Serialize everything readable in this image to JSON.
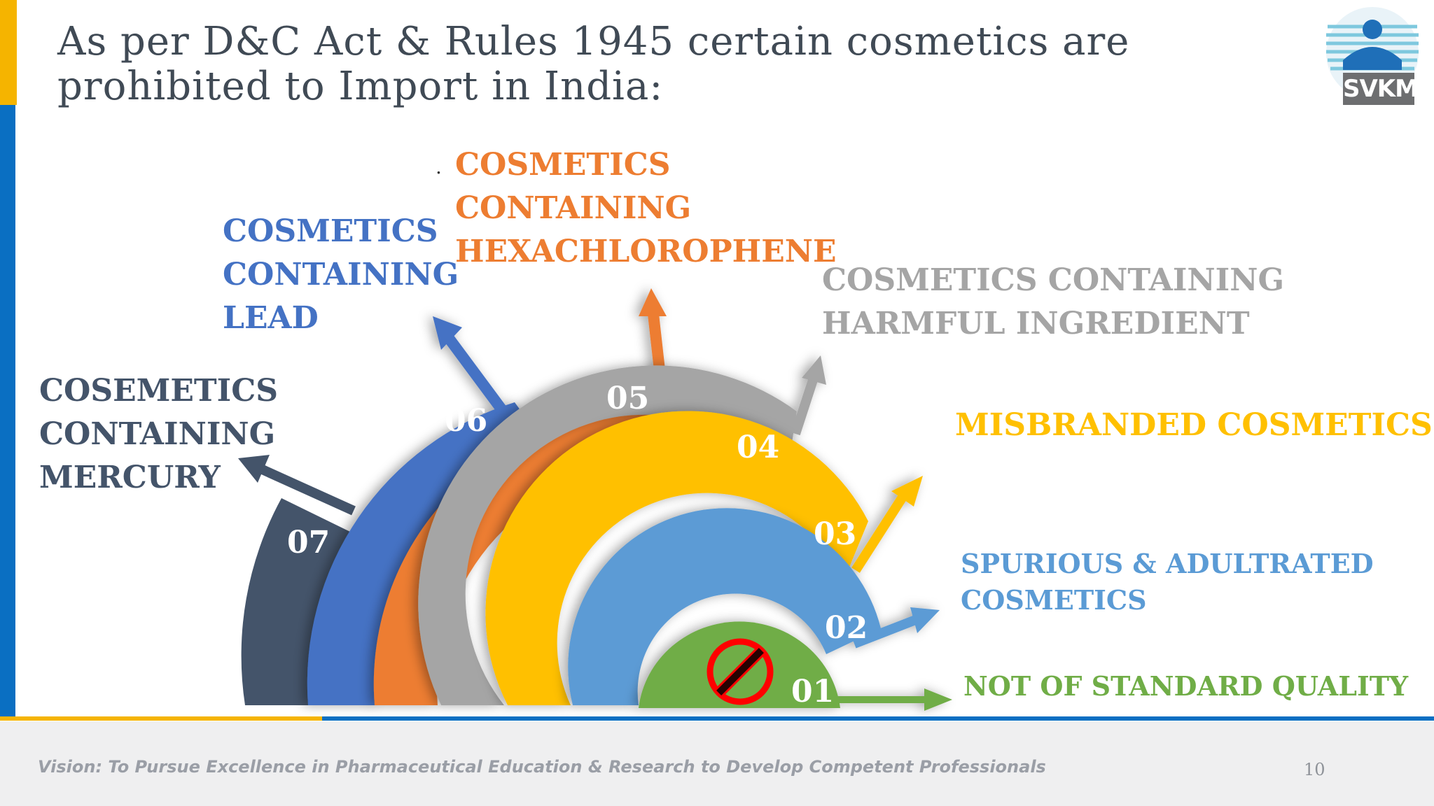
{
  "title": {
    "line1": "As per D&C Act & Rules 1945 certain cosmetics are",
    "line2": "prohibited to  Import in India:"
  },
  "logo": {
    "text": "SVKM",
    "icon": "svkm-reader-logo-icon"
  },
  "colors": {
    "c01": "#70ad47",
    "c02": "#5b9bd5",
    "c03": "#ffc000",
    "c04": "#a5a5a5",
    "c05": "#ed7d31",
    "c06": "#4472c4",
    "c07": "#44546a",
    "accent_blue": "#0a6fc2",
    "accent_yellow": "#f5b400"
  },
  "items": [
    {
      "num": "01",
      "lines": [
        "NOT OF STANDARD QUALITY"
      ]
    },
    {
      "num": "02",
      "lines": [
        "SPURIOUS & ADULTRATED",
        "COSMETICS"
      ]
    },
    {
      "num": "03",
      "lines": [
        "MISBRANDED COSMETICS"
      ]
    },
    {
      "num": "04",
      "lines": [
        "COSMETICS CONTAINING",
        "HARMFUL INGREDIENT"
      ]
    },
    {
      "num": "05",
      "lines": [
        "COSMETICS",
        "CONTAINING",
        "HEXACHLOROPHENE"
      ]
    },
    {
      "num": "06",
      "lines": [
        "COSMETICS",
        "CONTAINING",
        "LEAD"
      ]
    },
    {
      "num": "07",
      "lines": [
        "COSEMETICS",
        "CONTAINING",
        "MERCURY"
      ]
    }
  ],
  "stray_mark": ".",
  "center_icon": "prohibited-icon",
  "footer": {
    "vision": "Vision: To Pursue Excellence in Pharmaceutical Education & Research to Develop Competent Professionals",
    "page_number": "10"
  }
}
